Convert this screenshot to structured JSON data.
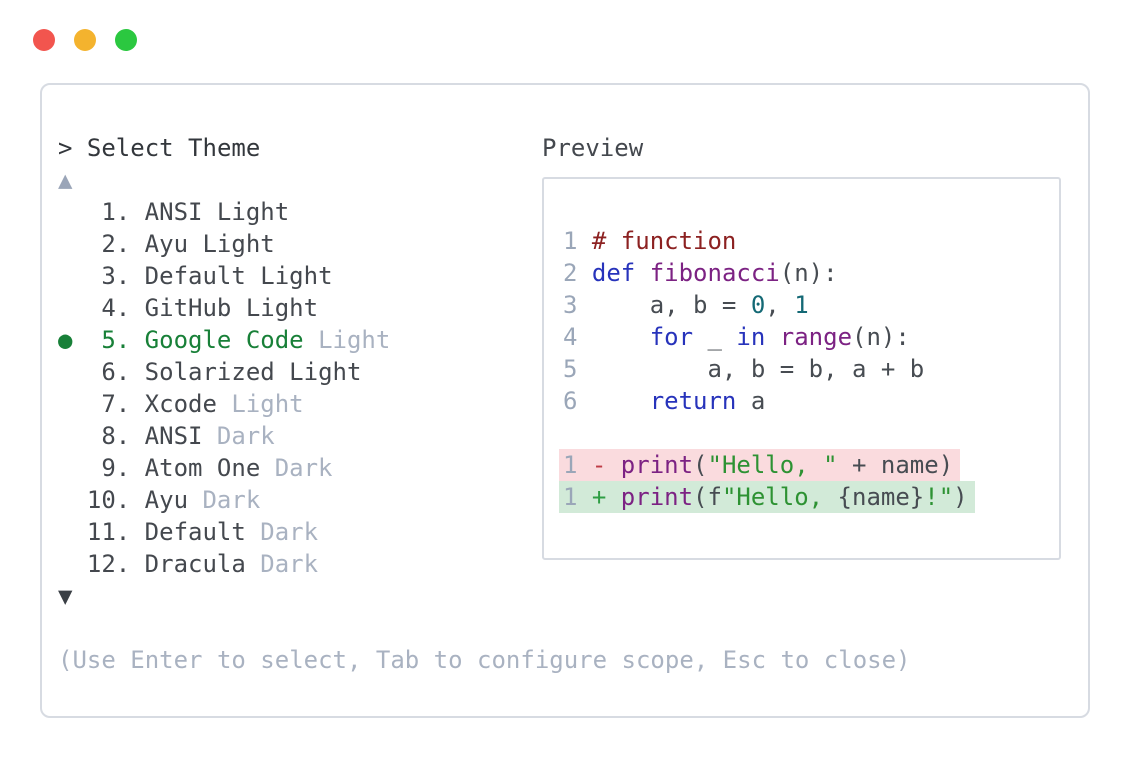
{
  "window": {
    "traffic_lights": [
      {
        "name": "close",
        "color": "#f2554e"
      },
      {
        "name": "minimize",
        "color": "#f4b32e"
      },
      {
        "name": "zoom",
        "color": "#2bc840"
      }
    ]
  },
  "prompt": {
    "label": "> Select Theme",
    "scroll_up_icon": "▲",
    "scroll_down_icon": "▼"
  },
  "theme_list": {
    "selected_bullet": "●",
    "items": [
      {
        "number": "1.",
        "name": "ANSI Light",
        "variant": "",
        "selected": false
      },
      {
        "number": "2.",
        "name": "Ayu Light",
        "variant": "",
        "selected": false
      },
      {
        "number": "3.",
        "name": "Default Light",
        "variant": "",
        "selected": false
      },
      {
        "number": "4.",
        "name": "GitHub Light",
        "variant": "",
        "selected": false
      },
      {
        "number": "5.",
        "name": "Google Code",
        "variant": "Light",
        "selected": true
      },
      {
        "number": "6.",
        "name": "Solarized Light",
        "variant": "",
        "selected": false
      },
      {
        "number": "7.",
        "name": "Xcode",
        "variant": "Light",
        "selected": false
      },
      {
        "number": "8.",
        "name": "ANSI",
        "variant": "Dark",
        "selected": false
      },
      {
        "number": "9.",
        "name": "Atom One",
        "variant": "Dark",
        "selected": false
      },
      {
        "number": "10.",
        "name": "Ayu",
        "variant": "Dark",
        "selected": false
      },
      {
        "number": "11.",
        "name": "Default",
        "variant": "Dark",
        "selected": false
      },
      {
        "number": "12.",
        "name": "Dracula",
        "variant": "Dark",
        "selected": false
      }
    ]
  },
  "preview": {
    "label": "Preview",
    "syntax_colors": {
      "comment": "#8c2121",
      "keyword": "#2733bb",
      "function": "#7c2283",
      "number": "#146975",
      "string": "#2d9233",
      "plain": "#474c52",
      "line_number": "#9aa6b8",
      "diff_removed_sign": "#be3c46",
      "diff_added_sign": "#2f9e44",
      "diff_removed_bg": "#fadbde",
      "diff_added_bg": "#d2ead8"
    },
    "code_lines": [
      {
        "num": "1",
        "diff": null,
        "tokens": [
          {
            "text": "# function",
            "color": "comment"
          }
        ]
      },
      {
        "num": "2",
        "diff": null,
        "tokens": [
          {
            "text": "def",
            "color": "keyword"
          },
          {
            "text": " ",
            "color": "plain"
          },
          {
            "text": "fibonacci",
            "color": "function"
          },
          {
            "text": "(n):",
            "color": "plain"
          }
        ]
      },
      {
        "num": "3",
        "diff": null,
        "tokens": [
          {
            "text": "    a, b = ",
            "color": "plain"
          },
          {
            "text": "0",
            "color": "number"
          },
          {
            "text": ", ",
            "color": "plain"
          },
          {
            "text": "1",
            "color": "number"
          }
        ]
      },
      {
        "num": "4",
        "diff": null,
        "tokens": [
          {
            "text": "    ",
            "color": "plain"
          },
          {
            "text": "for",
            "color": "keyword"
          },
          {
            "text": " _ ",
            "color": "plain"
          },
          {
            "text": "in",
            "color": "keyword"
          },
          {
            "text": " ",
            "color": "plain"
          },
          {
            "text": "range",
            "color": "function"
          },
          {
            "text": "(n):",
            "color": "plain"
          }
        ]
      },
      {
        "num": "5",
        "diff": null,
        "tokens": [
          {
            "text": "        a, b = b, a + b",
            "color": "plain"
          }
        ]
      },
      {
        "num": "6",
        "diff": null,
        "tokens": [
          {
            "text": "    ",
            "color": "plain"
          },
          {
            "text": "return",
            "color": "keyword"
          },
          {
            "text": " a",
            "color": "plain"
          }
        ]
      },
      {
        "num": "",
        "diff": null,
        "tokens": []
      },
      {
        "num": "1",
        "diff": "removed",
        "tokens": [
          {
            "text": "- ",
            "color": "diff_removed_sign"
          },
          {
            "text": "print",
            "color": "function"
          },
          {
            "text": "(",
            "color": "plain"
          },
          {
            "text": "\"Hello, \"",
            "color": "string"
          },
          {
            "text": " + name)",
            "color": "plain"
          }
        ]
      },
      {
        "num": "1",
        "diff": "added",
        "tokens": [
          {
            "text": "+ ",
            "color": "diff_added_sign"
          },
          {
            "text": "print",
            "color": "function"
          },
          {
            "text": "(f",
            "color": "plain"
          },
          {
            "text": "\"Hello, ",
            "color": "string"
          },
          {
            "text": "{name}",
            "color": "plain"
          },
          {
            "text": "!\"",
            "color": "string"
          },
          {
            "text": ")",
            "color": "plain"
          }
        ]
      }
    ]
  },
  "hint": "(Use Enter to select, Tab to configure scope, Esc to close)",
  "colors": {
    "panel_border": "#d7dbe2",
    "prompt_text": "#33373c",
    "item_text": "#44484e",
    "muted_text": "#a9b2c1",
    "selected_green": "#188038",
    "scroll_up": "#9aa5b8",
    "scroll_down": "#3a3f45",
    "hint_text": "#a9b2c1",
    "line_number": "#9aa6b8",
    "plain": "#474c52"
  }
}
